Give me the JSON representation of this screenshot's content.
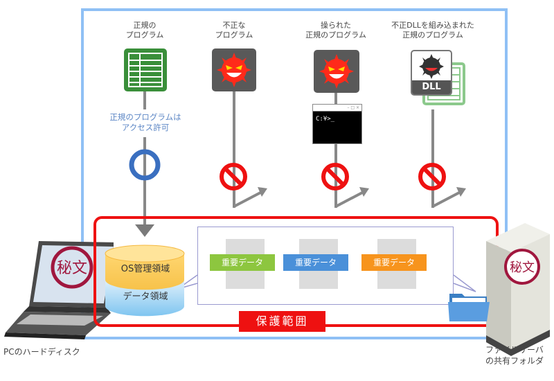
{
  "programs": [
    {
      "label_line1": "正規の",
      "label_line2": "プログラム",
      "type": "legitimate",
      "result": "allowed"
    },
    {
      "label_line1": "不正な",
      "label_line2": "プログラム",
      "type": "malicious",
      "result": "blocked"
    },
    {
      "label_line1": "操られた",
      "label_line2": "正規のプログラム",
      "type": "hijacked",
      "result": "blocked"
    },
    {
      "label_line1": "不正DLLを組み込まれた",
      "label_line2": "正規のプログラム",
      "type": "dll-injected",
      "result": "blocked"
    }
  ],
  "access_note": {
    "line1": "正規のプログラムは",
    "line2": "アクセス許可"
  },
  "console_prompt": "C:¥>_",
  "dll_label": "DLL",
  "disk": {
    "os_area": "OS管理領域",
    "data_area": "データ領域"
  },
  "documents": [
    {
      "label": "重要データ",
      "color": "#8dc63f"
    },
    {
      "label": "重要データ",
      "color": "#4a90d9"
    },
    {
      "label": "重要データ",
      "color": "#f7941d"
    }
  ],
  "protection_label": "保護範囲",
  "seal_text": "秘文",
  "pc_caption": "PCのハードディスク",
  "server_caption": {
    "line1": "ファイルサーバ",
    "line2": "の共有フォルダ"
  },
  "colors": {
    "frame_blue": "#8fc0f5",
    "protect_red": "#ee1111",
    "allow_blue": "#3a6fc0",
    "deny_red": "#ee1111"
  }
}
